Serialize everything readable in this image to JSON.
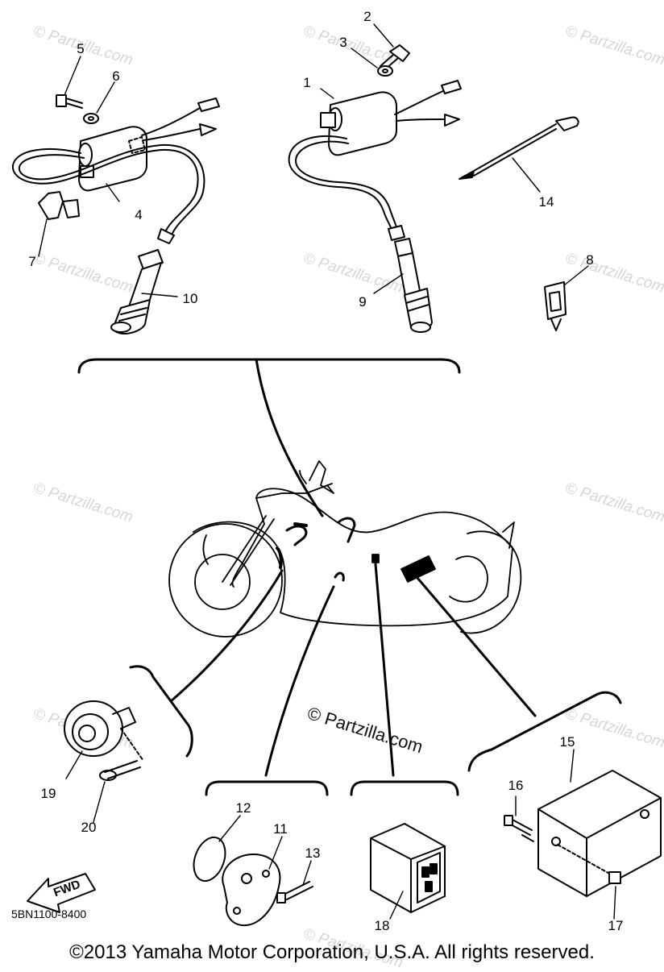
{
  "watermark": "© Partzilla.com",
  "main_watermark": "© Partzilla.com",
  "callouts": [
    "1",
    "2",
    "3",
    "4",
    "5",
    "6",
    "7",
    "8",
    "9",
    "10",
    "11",
    "12",
    "13",
    "14",
    "15",
    "16",
    "17",
    "18",
    "19",
    "20"
  ],
  "fwd_label": "FWD",
  "catalog_code": "5BN1100-8400",
  "copyright": "©2013 Yamaha Motor Corporation, U.S.A. All rights reserved."
}
